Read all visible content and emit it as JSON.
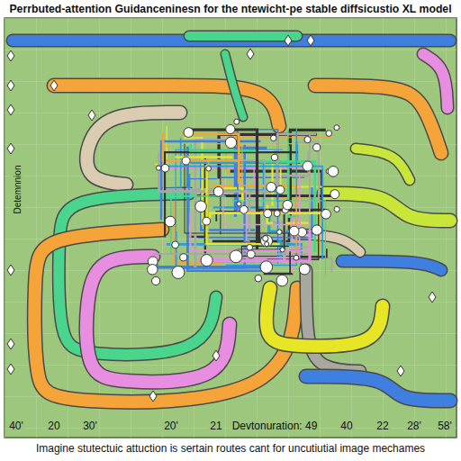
{
  "diagram": {
    "title": "Perrbuted-attention Guidanceninesn for the ntewicht-pe stable diffsicustio XL model",
    "caption": "Imagine stutectuic attuction is sertain routes cant for uncutiutial image mechames",
    "labels": [
      "Detemnnion",
      "40'",
      "20",
      "30'",
      "20'",
      "21",
      "Devtonuration: 49",
      "40",
      "22",
      "28'",
      "58'"
    ]
  }
}
